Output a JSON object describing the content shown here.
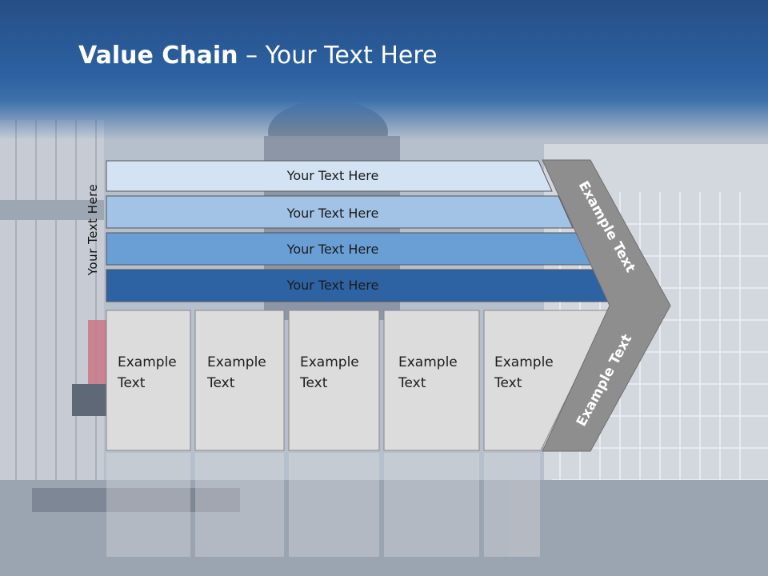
{
  "title": {
    "bold": "Value Chain",
    "rest": " – Your Text Here"
  },
  "vertical_label": "Your Text Here",
  "bars": [
    {
      "label": "Your Text Here",
      "color": "#d4e3f3"
    },
    {
      "label": "Your Text Here",
      "color": "#a2c2e6"
    },
    {
      "label": "Your Text Here",
      "color": "#6a9fd5"
    },
    {
      "label": "Your Text Here",
      "color": "#2e63a3"
    }
  ],
  "boxes": [
    {
      "line1": "Example",
      "line2": "Text"
    },
    {
      "line1": "Example",
      "line2": "Text"
    },
    {
      "line1": "Example",
      "line2": "Text"
    },
    {
      "line1": "Example",
      "line2": "Text"
    },
    {
      "line1": "Example",
      "line2": "Text"
    }
  ],
  "arrow": {
    "upper_text": "Example Text",
    "lower_text": "Example Text",
    "color": "#8e8e8e"
  },
  "colors": {
    "header": "#2c62a1",
    "box_fill": "#dcdcdc"
  }
}
